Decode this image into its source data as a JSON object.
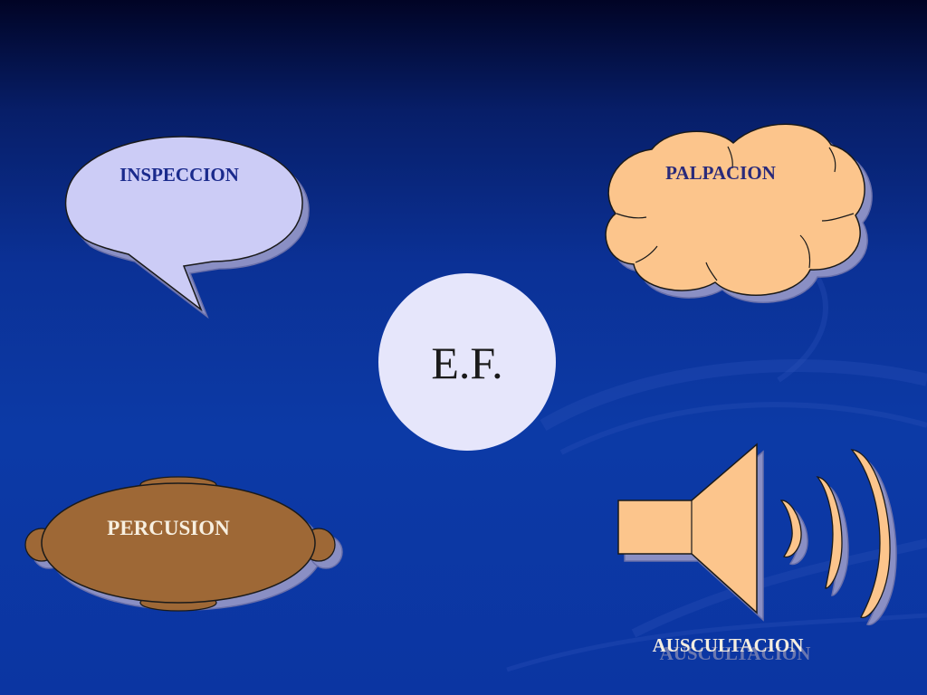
{
  "slide": {
    "center_label": "E.F.",
    "inspeccion_label": "INSPECCION",
    "palpacion_label": "PALPACION",
    "percusion_label": "PERCUSION",
    "auscultacion_label": "AUSCULTACION"
  },
  "colors": {
    "background_top": "#010425",
    "background_bottom": "#0b35a2",
    "center_fill": "#e6e6fb",
    "bubble_fill": "#ccccf6",
    "cloud_fill": "#fcc58c",
    "drum_fill": "#9e6836",
    "speaker_fill": "#fcc58c",
    "shadow": "#8a8fc4",
    "inspeccion_text": "#1a2a8c",
    "palpacion_text": "#2a2a7a",
    "percusion_text": "#f7efe0",
    "auscultacion_text": "#f4ede0"
  }
}
